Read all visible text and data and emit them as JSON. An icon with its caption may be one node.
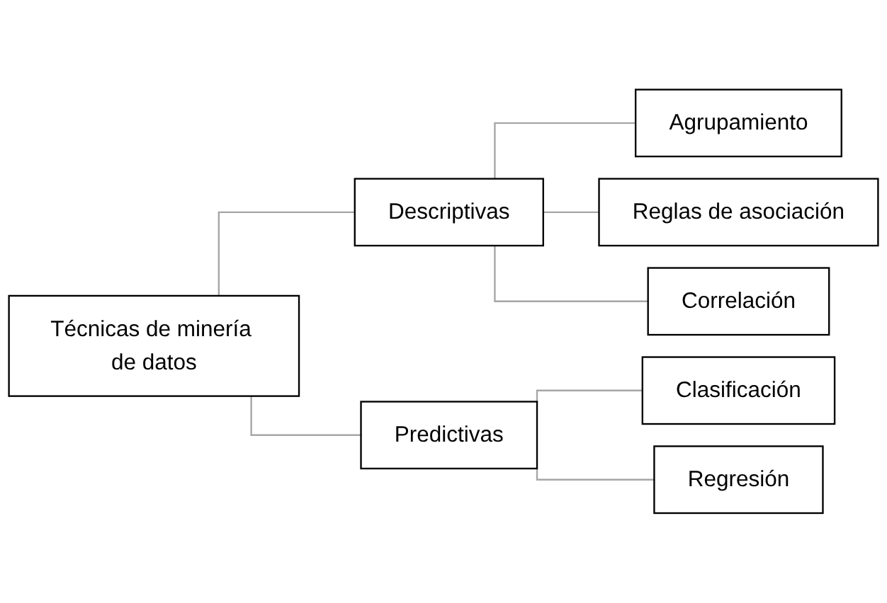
{
  "diagram": {
    "nodes": [
      {
        "text": [
          "Técnicas de minería de datos"
        ]
      },
      {
        "text": [
          "Descriptivas"
        ]
      },
      {
        "text": [
          "Predictivas"
        ]
      },
      {
        "text": [
          "Agrupamiento"
        ]
      },
      {
        "text": [
          "Reglas de asociación"
        ]
      },
      {
        "text": [
          "Correlación"
        ]
      },
      {
        "text": [
          "Clasificación"
        ]
      },
      {
        "text": [
          "Regresión"
        ]
      }
    ],
    "edges": [
      {
        "from": 0,
        "to": 1,
        "arrow": "none"
      },
      {
        "from": 0,
        "to": 2,
        "arrow": "none"
      },
      {
        "from": 1,
        "to": 3,
        "arrow": "none"
      },
      {
        "from": 1,
        "to": 4,
        "arrow": "none"
      },
      {
        "from": 1,
        "to": 5,
        "arrow": "none"
      },
      {
        "from": 2,
        "to": 6,
        "arrow": "none"
      },
      {
        "from": 2,
        "to": 7,
        "arrow": "none"
      }
    ]
  }
}
